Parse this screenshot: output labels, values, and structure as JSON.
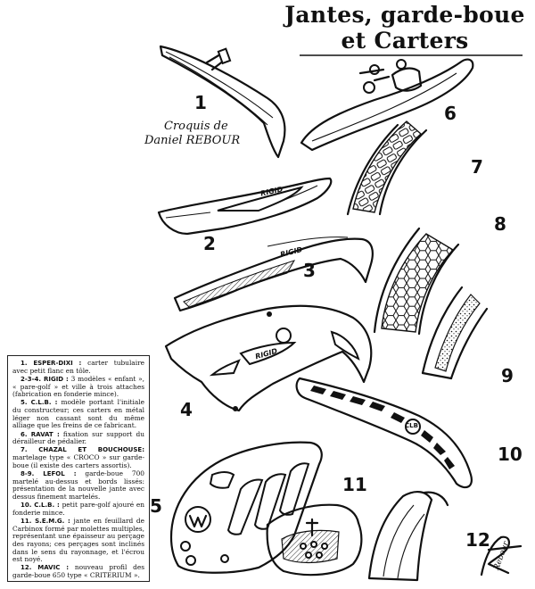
{
  "title": {
    "line1": "Jantes, garde-boue",
    "line2": "et Carters"
  },
  "credit": {
    "line1": "Croquis de",
    "line2": "Daniel REBOUR"
  },
  "drawing_labels": {
    "n1": "1",
    "n2": "2",
    "n3": "3",
    "n4": "4",
    "n5": "5",
    "n6": "6",
    "n7": "7",
    "n8": "8",
    "n9": "9",
    "n10": "10",
    "n11": "11",
    "n12": "12"
  },
  "part_markings": {
    "rigid_2": "RIGID",
    "rigid_3": "RIGID",
    "rigid_4": "RIGID",
    "clb_10": "CLB"
  },
  "signature": "Rebour",
  "legend": [
    {
      "ref": "1. ESPER-DIXI :",
      "text": "carter tubulaire avec petit flanc en tôle."
    },
    {
      "ref": "2-3-4. RIGID :",
      "text": "3 modèles « enfant », « pare-golf » et ville à trois attaches (fabrication en fonderie mince)."
    },
    {
      "ref": "5. C.L.B. :",
      "text": "modèle portant l'initiale du constructeur; ces carters en métal léger non cassant sont du même alliage que les freins de ce fabricant."
    },
    {
      "ref": "6. RAVAT :",
      "text": "fixation sur support du dérailleur de pédalier."
    },
    {
      "ref": "7. CHAZAL ET BOUCHOUSE:",
      "text": "martelage type « CROCO » sur garde-boue (il existe des carters assortis)."
    },
    {
      "ref": "8-9. LEFOL :",
      "text": "garde-boue 700 martelé au-dessus et bords lissés: présentation de la nouvelle jante avec dessus finement martelés."
    },
    {
      "ref": "10. C.L.B. :",
      "text": "petit pare-golf ajouré en fonderie mince."
    },
    {
      "ref": "11. S.E.M.G. :",
      "text": "jante en feuillard de Carbinox formé par molettes multiples, représentant une épaisseur au perçage des rayons; ces perçages sont inclinés dans le sens du rayonnage, et l'écrou est noyé."
    },
    {
      "ref": "12. MAVIC :",
      "text": "nouveau profil des garde-boue 650 type « CRITERIUM »."
    }
  ]
}
